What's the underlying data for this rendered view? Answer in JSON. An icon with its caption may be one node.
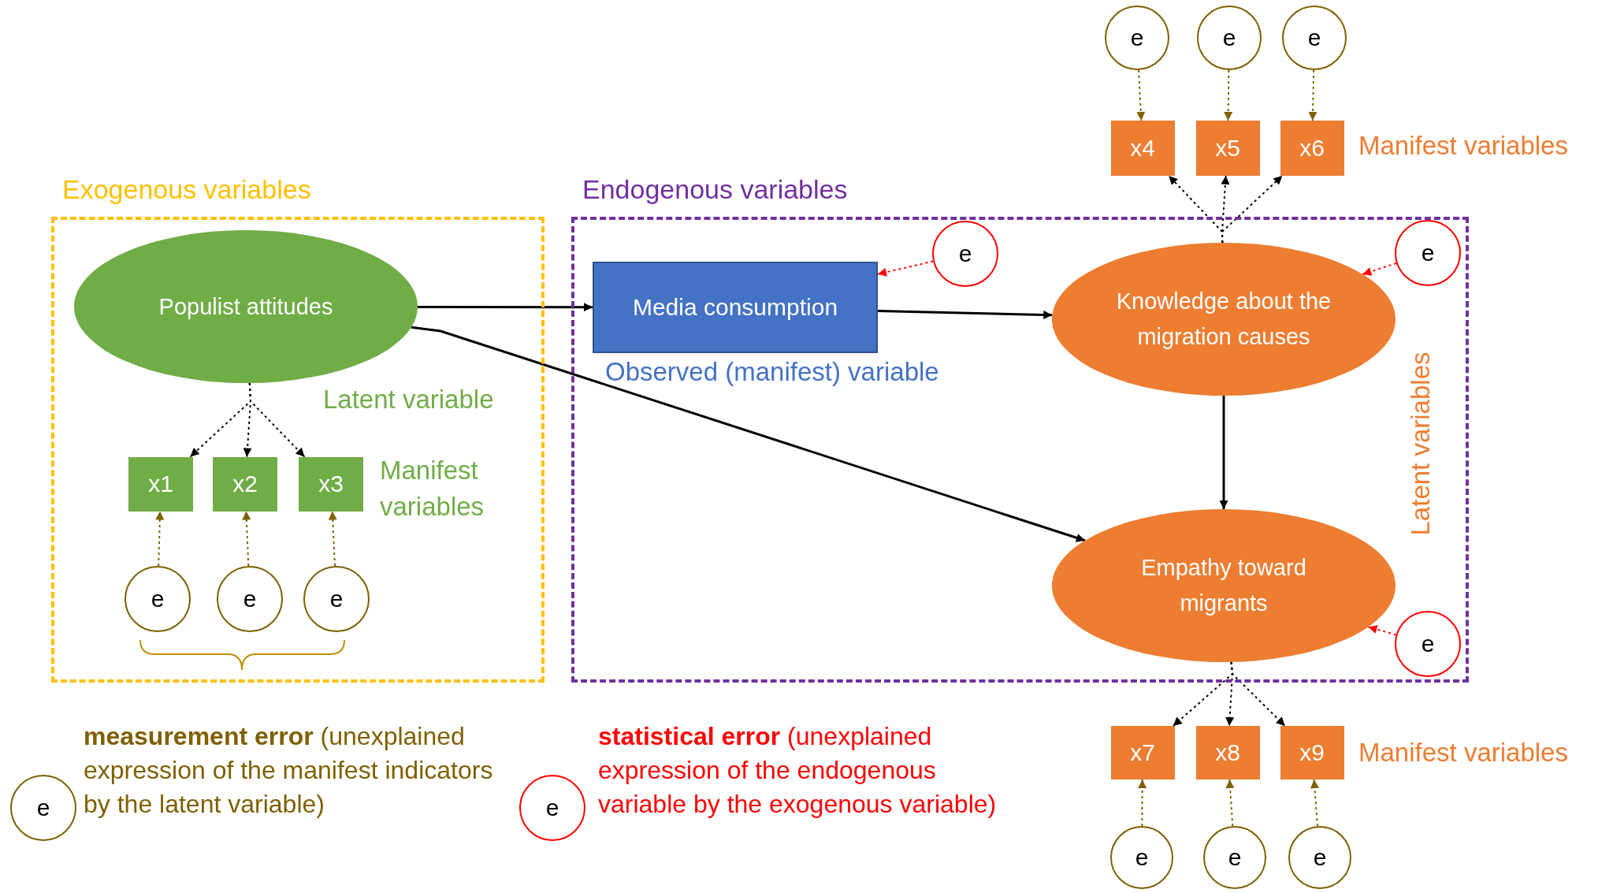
{
  "diagram": {
    "nodes": [
      {
        "text": [
          "e"
        ]
      },
      {
        "text": [
          "e"
        ]
      },
      {
        "text": [
          "e"
        ]
      },
      {
        "text": [
          "x4"
        ]
      },
      {
        "text": [
          "x5"
        ]
      },
      {
        "text": [
          "x6"
        ]
      },
      {
        "text": [
          "Exogenous variables"
        ]
      },
      {
        "text": [
          "Populist attitudes"
        ],
        "in": 6
      },
      {
        "text": [
          "x1"
        ],
        "in": 6
      },
      {
        "text": [
          "x2"
        ],
        "in": 6
      },
      {
        "text": [
          "x3"
        ],
        "in": 6
      },
      {
        "text": [
          "e"
        ],
        "in": 6
      },
      {
        "text": [
          "e"
        ],
        "in": 6
      },
      {
        "text": [
          "e"
        ],
        "in": 6
      },
      {
        "text": [
          "Endogenous variables"
        ]
      },
      {
        "text": [
          "Media consumption"
        ],
        "in": 14
      },
      {
        "text": [
          "e"
        ],
        "in": 14
      },
      {
        "text": [
          "Knowledge about the migration causes"
        ],
        "in": 14
      },
      {
        "text": [
          "e"
        ],
        "in": 14
      },
      {
        "text": [
          "Empathy toward migrants"
        ],
        "in": 14
      },
      {
        "text": [
          "e"
        ],
        "in": 14
      },
      {
        "text": [
          "x7"
        ]
      },
      {
        "text": [
          "x8"
        ]
      },
      {
        "text": [
          "x9"
        ]
      },
      {
        "text": [
          "e"
        ]
      },
      {
        "text": [
          "e"
        ]
      },
      {
        "text": [
          "e"
        ]
      },
      {
        "text": [
          "e"
        ],
        "beside": [
          "**measurement error** (unexplained expression of the manifest indicators by the latent variable)"
        ]
      },
      {
        "text": [
          "e"
        ],
        "beside": [
          "**statistical error** (unexplained expression of the endogenous variable by the exogenous variable)"
        ]
      }
    ],
    "edges": [
      {
        "from": 0,
        "to": 3,
        "arrow": "to",
        "style": "dashed",
        "color": "#7f6000"
      },
      {
        "from": 1,
        "to": 4,
        "arrow": "to",
        "style": "dashed",
        "color": "#7f6000"
      },
      {
        "from": 2,
        "to": 5,
        "arrow": "to",
        "style": "dashed",
        "color": "#7f6000"
      },
      {
        "from": 17,
        "to": 3,
        "arrow": "to",
        "style": "dashed"
      },
      {
        "from": 17,
        "to": 4,
        "arrow": "to",
        "style": "dashed"
      },
      {
        "from": 17,
        "to": 5,
        "arrow": "to",
        "style": "dashed"
      },
      {
        "from": 7,
        "to": 8,
        "arrow": "to",
        "style": "dashed"
      },
      {
        "from": 7,
        "to": 9,
        "arrow": "to",
        "style": "dashed"
      },
      {
        "from": 7,
        "to": 10,
        "arrow": "to",
        "style": "dashed"
      },
      {
        "from": 11,
        "to": 8,
        "arrow": "to",
        "style": "dashed",
        "color": "#7f6000"
      },
      {
        "from": 12,
        "to": 9,
        "arrow": "to",
        "style": "dashed",
        "color": "#7f6000"
      },
      {
        "from": 13,
        "to": 10,
        "arrow": "to",
        "style": "dashed",
        "color": "#7f6000"
      },
      {
        "from": 7,
        "to": 15,
        "arrow": "to"
      },
      {
        "from": 7,
        "to": 19,
        "arrow": "to"
      },
      {
        "from": 15,
        "to": 17,
        "arrow": "to"
      },
      {
        "from": 17,
        "to": 19,
        "arrow": "to"
      },
      {
        "from": 16,
        "to": 15,
        "arrow": "to",
        "style": "dashed",
        "color": "#ff0000"
      },
      {
        "from": 18,
        "to": 17,
        "arrow": "to",
        "style": "dashed",
        "color": "#ff0000"
      },
      {
        "from": 20,
        "to": 19,
        "arrow": "to",
        "style": "dashed",
        "color": "#ff0000"
      },
      {
        "from": 19,
        "to": 21,
        "arrow": "to",
        "style": "dashed"
      },
      {
        "from": 19,
        "to": 22,
        "arrow": "to",
        "style": "dashed"
      },
      {
        "from": 19,
        "to": 23,
        "arrow": "to",
        "style": "dashed"
      },
      {
        "from": 24,
        "to": 21,
        "arrow": "to",
        "style": "dashed",
        "color": "#7f6000"
      },
      {
        "from": 25,
        "to": 22,
        "arrow": "to",
        "style": "dashed",
        "color": "#7f6000"
      },
      {
        "from": 26,
        "to": 23,
        "arrow": "to",
        "style": "dashed",
        "color": "#7f6000"
      }
    ],
    "labels": [
      "Manifest variables",
      "Latent variable",
      "Manifest variables",
      "Observed (manifest) variable",
      "Latent variables",
      "Manifest variables"
    ]
  }
}
